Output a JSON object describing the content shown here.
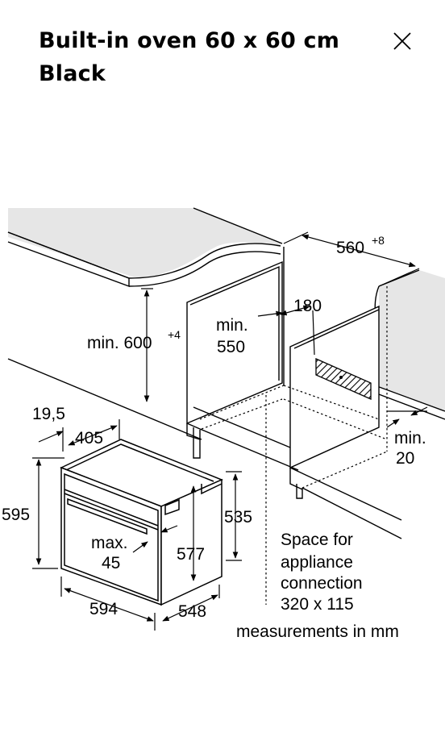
{
  "header": {
    "title_line1": "Built-in oven 60 x 60 cm",
    "title_line2": "Black",
    "close_icon": "close-icon"
  },
  "drawing": {
    "dim_niche_width": "560",
    "dim_niche_width_tol": "+8",
    "dim_min_height": "min. 600",
    "dim_min_height_tol": "+4",
    "dim_min_depth_l1": "min.",
    "dim_min_depth_l2": "550",
    "dim_180": "180",
    "dim_min20_l1": "min.",
    "dim_min20_l2": "20",
    "dim_19_5": "19,5",
    "dim_405": "405",
    "dim_595": "595",
    "dim_535": "535",
    "dim_577": "577",
    "dim_max45_l1": "max.",
    "dim_max45_l2": "45",
    "dim_594": "594",
    "dim_548": "548",
    "note_l1": "Space for",
    "note_l2": "appliance",
    "note_l3": "connection",
    "note_l4": "320 x 115",
    "units_note": "measurements in mm"
  }
}
